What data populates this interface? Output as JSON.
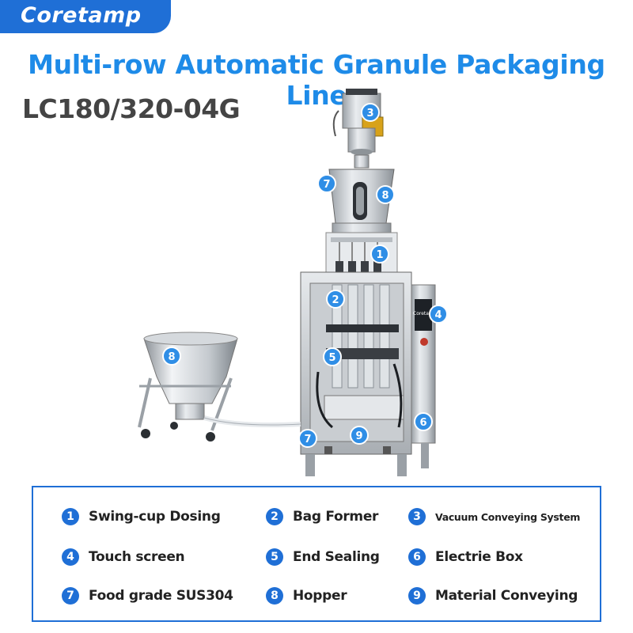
{
  "brand": {
    "name": "Coretamp"
  },
  "title": "Multi-row Automatic Granule Packaging Line",
  "model": "LC180/320-04G",
  "machine": {
    "screen_brand": "Coretamp",
    "markers": [
      {
        "id": "m3",
        "num": "3"
      },
      {
        "id": "m7a",
        "num": "7"
      },
      {
        "id": "m8a",
        "num": "8"
      },
      {
        "id": "m1",
        "num": "1"
      },
      {
        "id": "m2",
        "num": "2"
      },
      {
        "id": "m4",
        "num": "4"
      },
      {
        "id": "m8b",
        "num": "8"
      },
      {
        "id": "m5",
        "num": "5"
      },
      {
        "id": "m6",
        "num": "6"
      },
      {
        "id": "m7b",
        "num": "7"
      },
      {
        "id": "m9",
        "num": "9"
      }
    ]
  },
  "legend": [
    {
      "num": "1",
      "label": "Swing-cup Dosing"
    },
    {
      "num": "2",
      "label": "Bag Former"
    },
    {
      "num": "3",
      "label": "Vacuum Conveying System"
    },
    {
      "num": "4",
      "label": "Touch screen"
    },
    {
      "num": "5",
      "label": "End Sealing"
    },
    {
      "num": "6",
      "label": "Electrie Box"
    },
    {
      "num": "7",
      "label": "Food grade SUS304"
    },
    {
      "num": "8",
      "label": "Hopper"
    },
    {
      "num": "9",
      "label": "Material Conveying"
    }
  ],
  "colors": {
    "brand": "#1f6fd6",
    "title": "#1e8be8",
    "model": "#444444",
    "marker": "#2f8ee6"
  }
}
